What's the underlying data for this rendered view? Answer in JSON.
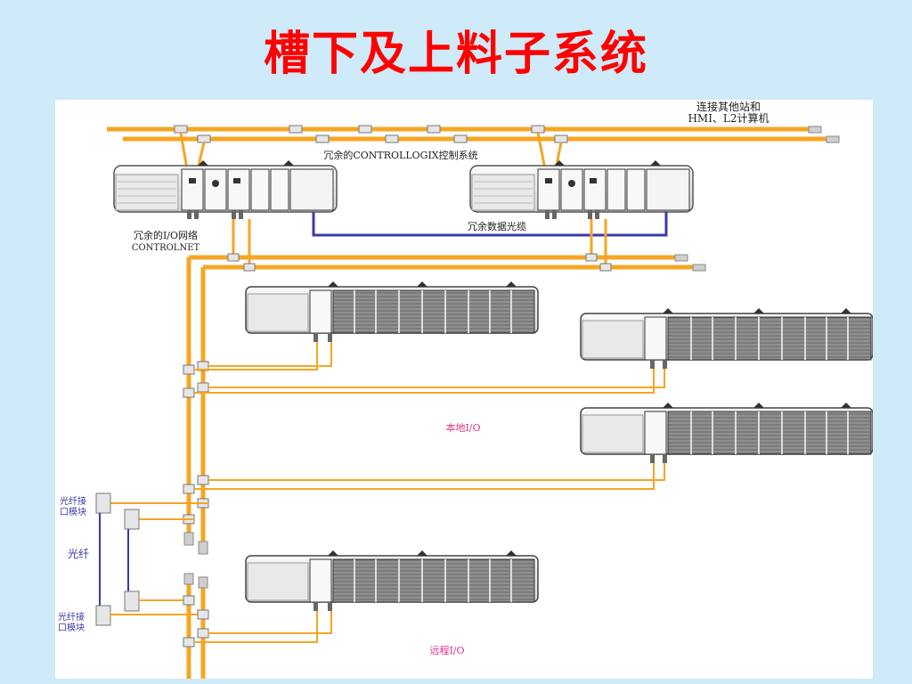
{
  "slide": {
    "title": "槽下及上料子系统"
  },
  "diagram": {
    "labels": {
      "other_stations": "连接其他站和",
      "hmi_l2": "HMI、L2计算机",
      "redundant_controllogix": "冗余的CONTROLLOGIX控制系统",
      "redundant_io_network": "冗余的I/O网络",
      "controlnet": "CONTROLNET",
      "redundant_data_fiber": "冗余数据光缆",
      "local_io": "本地I/O",
      "fiber_module_top_1": "光纤接",
      "fiber_module_top_2": "口模块",
      "fiber": "光纤",
      "fiber_module_bottom_1": "光纤接",
      "fiber_module_bottom_2": "口模块",
      "remote_io": "远程I/O"
    },
    "colors": {
      "cable": "#f5a623",
      "cable_edge": "#d98c10",
      "fiber": "#3a3aa8",
      "label_red": "#e0308a",
      "chassis": "#f2f2f2",
      "module_dark": "#555555"
    }
  }
}
